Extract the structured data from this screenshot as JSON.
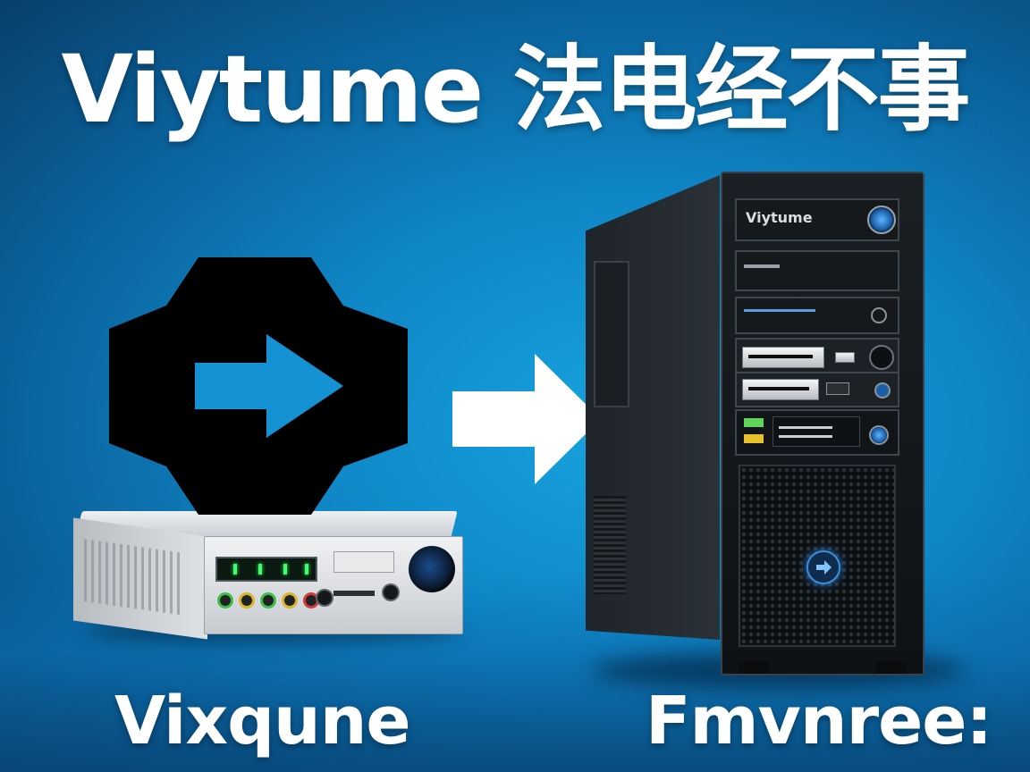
{
  "headline": "Viytume 法电经不事",
  "captions": {
    "left": "Vixqune",
    "right": "Fmvnree:"
  },
  "tower": {
    "brand_label": "Viytume"
  },
  "colors": {
    "background": "#0f86c6",
    "text": "#ffffff",
    "accent_led": "#3cff6a",
    "accent_blue": "#3c8ee0"
  },
  "icons": {
    "logo": "hexagon-arrow-icon",
    "transition": "right-arrow-icon",
    "power": "power-button-icon"
  }
}
